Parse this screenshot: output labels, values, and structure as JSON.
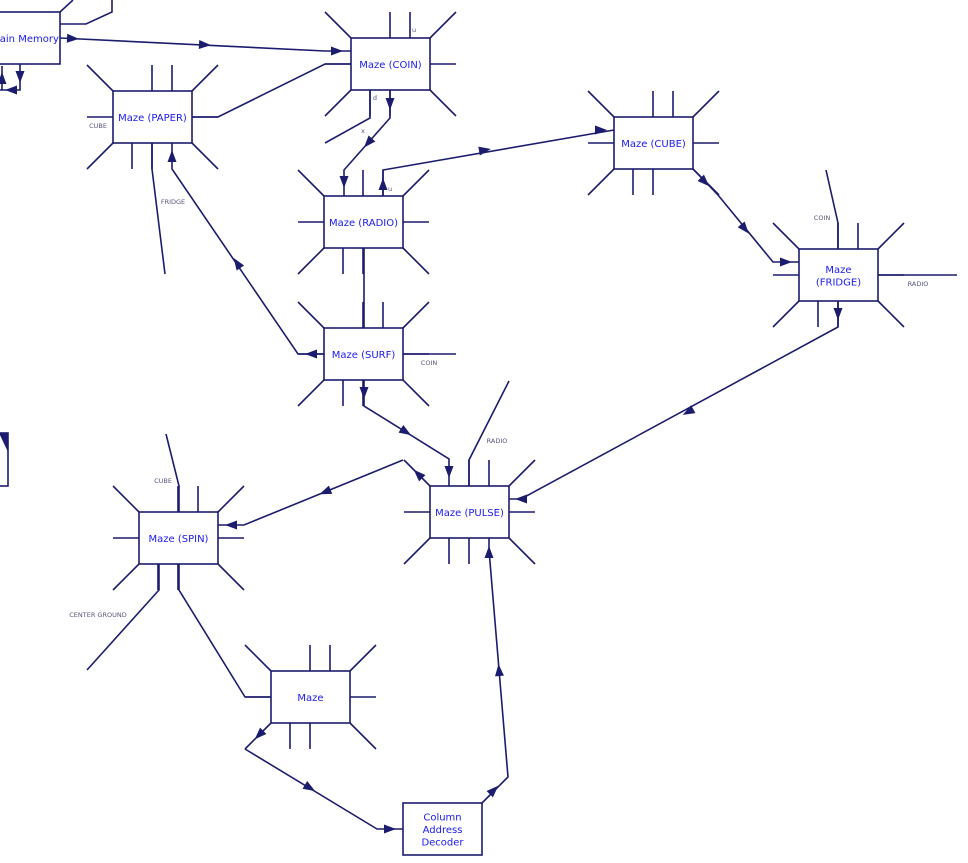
{
  "diagram": {
    "nodes": [
      {
        "id": "main-memory",
        "label": [
          "Main Memory"
        ]
      },
      {
        "id": "coin",
        "label": [
          "Maze (COIN)"
        ]
      },
      {
        "id": "paper",
        "label": [
          "Maze (PAPER)"
        ]
      },
      {
        "id": "radio",
        "label": [
          "Maze (RADIO)"
        ]
      },
      {
        "id": "cube",
        "label": [
          "Maze (CUBE)"
        ]
      },
      {
        "id": "fridge",
        "label": [
          "Maze",
          "(FRIDGE)"
        ]
      },
      {
        "id": "surf",
        "label": [
          "Maze (SURF)"
        ]
      },
      {
        "id": "pulse",
        "label": [
          "Maze (PULSE)"
        ]
      },
      {
        "id": "spin",
        "label": [
          "Maze (SPIN)"
        ]
      },
      {
        "id": "maze",
        "label": [
          "Maze"
        ]
      },
      {
        "id": "decoder",
        "label": [
          "Column",
          "Address",
          "Decoder"
        ]
      },
      {
        "id": "partial-left",
        "label": []
      }
    ],
    "edge_labels": [
      {
        "id": "coin-u",
        "text": "u"
      },
      {
        "id": "coin-d",
        "text": "d"
      },
      {
        "id": "coin-x",
        "text": "x"
      },
      {
        "id": "radio-u",
        "text": "u"
      },
      {
        "id": "paper-cube",
        "text": "CUBE"
      },
      {
        "id": "paper-fridge",
        "text": "FRIDGE"
      },
      {
        "id": "fridge-coin",
        "text": "COIN"
      },
      {
        "id": "fridge-radio",
        "text": "RADIO"
      },
      {
        "id": "surf-coin",
        "text": "COIN"
      },
      {
        "id": "pulse-radio",
        "text": "RADIO"
      },
      {
        "id": "spin-cube",
        "text": "CUBE"
      },
      {
        "id": "spin-center-ground",
        "text": "CENTER GROUND"
      }
    ],
    "colors": {
      "line": "#1c1c6e",
      "node_text": "#1a1aee",
      "edge_label": "#55557a"
    }
  }
}
